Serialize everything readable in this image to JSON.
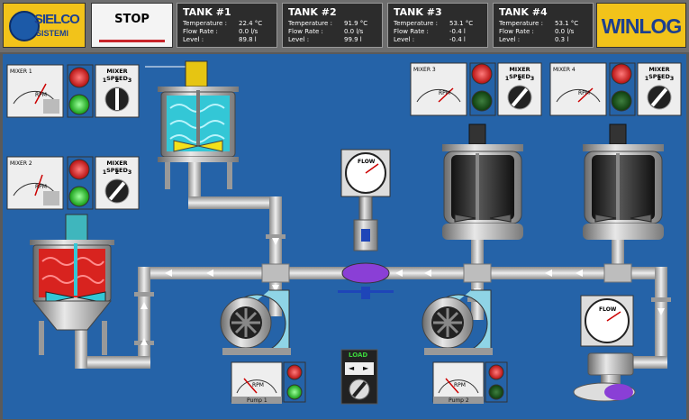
{
  "header": {
    "logo_line1": "SIELCO",
    "logo_line2": "SISTEMI",
    "stop_label": "STOP",
    "brand": "WINLOG"
  },
  "tanks": [
    {
      "title": "TANK #1",
      "temperature_label": "Temperature :",
      "temperature": "22.4 °C",
      "flow_label": "Flow Rate :",
      "flow": "0.0 l/s",
      "level_label": "Level :",
      "level": "89.8 l"
    },
    {
      "title": "TANK #2",
      "temperature_label": "Temperature :",
      "temperature": "91.9 °C",
      "flow_label": "Flow Rate :",
      "flow": "0.0 l/s",
      "level_label": "Level :",
      "level": "99.9 l"
    },
    {
      "title": "TANK #3",
      "temperature_label": "Temperature :",
      "temperature": "53.1 °C",
      "flow_label": "Flow Rate :",
      "flow": "-0.4 l",
      "level_label": "Level :",
      "level": "-0.4 l"
    },
    {
      "title": "TANK #4",
      "temperature_label": "Temperature :",
      "temperature": "53.1 °C",
      "flow_label": "Flow Rate :",
      "flow": "0.0 l/s",
      "level_label": "Level :",
      "level": "0.3 l"
    }
  ],
  "mixers": {
    "mixer1": {
      "label": "MIXER 1",
      "unit": "RPM",
      "speed_title": "MIXER SPEED",
      "speeds": [
        "1",
        "2",
        "3"
      ]
    },
    "mixer2": {
      "label": "MIXER 2",
      "unit": "RPM",
      "speed_title": "MIXER SPEED",
      "speeds": [
        "1",
        "2",
        "3"
      ]
    },
    "mixer3": {
      "label": "MIXER 3",
      "unit": "RPM",
      "speed_title": "MIXER SPEED",
      "speeds": [
        "1",
        "2",
        "3"
      ]
    },
    "mixer4": {
      "label": "MIXER 4",
      "unit": "RPM",
      "speed_title": "MIXER SPEED",
      "speeds": [
        "1",
        "2",
        "3"
      ]
    }
  },
  "pumps": {
    "pump1": {
      "label": "Pump 1",
      "unit": "RPM"
    },
    "pump2": {
      "label": "Pump 2",
      "unit": "RPM"
    }
  },
  "flowmeters": {
    "label": "FLOW"
  },
  "load": {
    "label": "LOAD",
    "left": "◄",
    "right": "►"
  },
  "colors": {
    "panel": "#2563a8",
    "tank_red": "#d8231f",
    "tank_cyan": "#33c7d6",
    "pipe": "#c9c9c9",
    "logo": "#f2c31a"
  }
}
